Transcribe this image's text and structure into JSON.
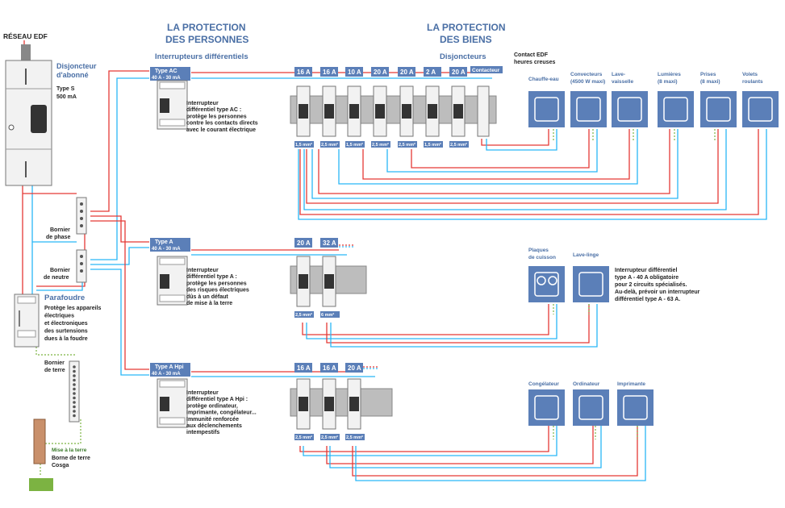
{
  "edf": {
    "title": "RÉSEAU EDF",
    "breaker_title_1": "Disjoncteur",
    "breaker_title_2": "d'abonné",
    "type_1": "Type S",
    "type_2": "500 mA"
  },
  "headers": {
    "persons_1": "LA PROTECTION",
    "persons_2": "DES PERSONNES",
    "persons_sub": "Interrupteurs différentiels",
    "goods_1": "LA PROTECTION",
    "goods_2": "DES BIENS",
    "goods_sub": "Disjoncteurs",
    "contact_1": "Contact EDF",
    "contact_2": "heures creuses",
    "contacteur": "Contacteur"
  },
  "left": {
    "bornier_phase_1": "Bornier",
    "bornier_phase_2": "de phase",
    "bornier_neutre_1": "Bornier",
    "bornier_neutre_2": "de neutre",
    "parafoudre": "Parafoudre",
    "parafoudre_desc": [
      "Protège les appareils",
      "électriques",
      "et électroniques",
      "des surtensions",
      "dues à la foudre"
    ],
    "bornier_terre_1": "Bornier",
    "bornier_terre_2": "de terre",
    "terre_title": "Mise à la terre",
    "terre_desc_1": "Borne de terre",
    "terre_desc_2": "Cosga"
  },
  "row1": {
    "type_badge_1": "Type AC",
    "type_badge_2": "40 A - 30 mA",
    "desc": [
      "Interrupteur",
      "différentiel type AC :",
      "protège les personnes",
      "contre les contacts directs",
      "avec le courant électrique"
    ],
    "breakers": [
      "16 A",
      "16 A",
      "10 A",
      "20 A",
      "20 A",
      "2 A",
      "20 A"
    ],
    "sections": [
      "1,5 mm²",
      "2,5 mm²",
      "1,5 mm²",
      "2,5 mm²",
      "2,5 mm²",
      "1,5 mm²",
      "2,5 mm²"
    ],
    "appliances": [
      {
        "label_1": "Chauffe-eau",
        "label_2": ""
      },
      {
        "label_1": "Convecteurs",
        "label_2": "(4500 W maxi)"
      },
      {
        "label_1": "Lave-",
        "label_2": "vaisselle"
      },
      {
        "label_1": "Lumières",
        "label_2": "(8 maxi)"
      },
      {
        "label_1": "Prises",
        "label_2": "(8 maxi)"
      },
      {
        "label_1": "Volets",
        "label_2": "roulants"
      }
    ]
  },
  "row2": {
    "type_badge_1": "Type A",
    "type_badge_2": "40 A - 30 mA",
    "desc": [
      "Interrupteur",
      "différentiel type A :",
      "protège les personnes",
      "des risques électriques",
      "dûs à un défaut",
      "de mise à la terre"
    ],
    "breakers": [
      "20 A",
      "32 A"
    ],
    "sections": [
      "2,5 mm²",
      "6 mm²"
    ],
    "appliances": [
      {
        "label_1": "Plaques",
        "label_2": "de cuisson"
      },
      {
        "label_1": "Lave-linge",
        "label_2": ""
      }
    ],
    "note": [
      "Interrupteur différentiel",
      "type A - 40 A obligatoire",
      "pour 2 circuits spécialisés.",
      "Au-delà, prévoir un interrupteur",
      "différentiel type A - 63 A."
    ]
  },
  "row3": {
    "type_badge_1": "Type A Hpi",
    "type_badge_2": "40 A - 30 mA",
    "desc": [
      "Interrupteur",
      "différentiel type A Hpi :",
      "protège ordinateur,",
      "imprimante, congélateur...",
      "Immunité renforcée",
      "aux déclenchements",
      "intempestifs"
    ],
    "breakers": [
      "16 A",
      "16 A",
      "20 A"
    ],
    "sections": [
      "2,5 mm²",
      "2,5 mm²",
      "2,5 mm²"
    ],
    "appliances": [
      {
        "label_1": "Congélateur",
        "label_2": ""
      },
      {
        "label_1": "Ordinateur",
        "label_2": ""
      },
      {
        "label_1": "Imprimante",
        "label_2": ""
      }
    ]
  },
  "colors": {
    "phase": "#e53935",
    "neutral": "#29b6f6",
    "earth": "#7cb342",
    "accent": "#4a6fa5",
    "device": "#f2f2f2"
  },
  "icons": [
    "water-heater-icon",
    "convector-icon",
    "dishwasher-icon",
    "light-icon",
    "socket-icon",
    "shutter-icon",
    "hob-icon",
    "washing-machine-icon",
    "freezer-icon",
    "computer-icon",
    "printer-icon"
  ]
}
